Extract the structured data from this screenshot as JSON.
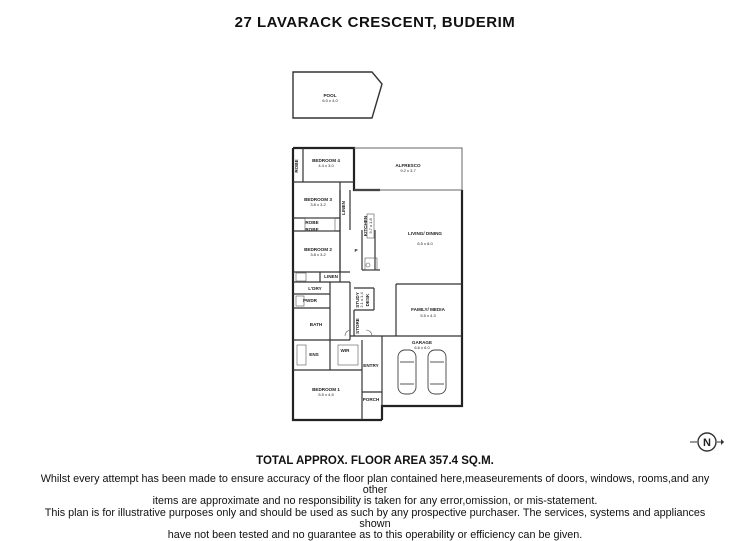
{
  "title": "27 LAVARACK CRESCENT, BUDERIM",
  "rooms": {
    "pool": {
      "name": "POOL",
      "dims": "6.0 x 4.0"
    },
    "bedroom4": {
      "name": "BEDROOM 4",
      "dims": "4.4 x 3.0"
    },
    "alfresco": {
      "name": "ALFRESCO",
      "dims": "9.2 x 3.7"
    },
    "robe1": {
      "name": "ROBE"
    },
    "bedroom3": {
      "name": "BEDROOM 3",
      "dims": "3.8 x 3.2"
    },
    "linen1": {
      "name": "LINEN"
    },
    "robe2": {
      "name": "ROBE"
    },
    "robe3": {
      "name": "ROBE"
    },
    "kitchen": {
      "name": "KITCHEN",
      "dims": "3.7 x 1.8"
    },
    "living": {
      "name": "LIVING/ DINING",
      "dims": "6.5 x 8.0"
    },
    "bedroom2": {
      "name": "BEDROOM 2",
      "dims": "3.8 x 3.2"
    },
    "pantry": {
      "name": "P"
    },
    "linen2": {
      "name": "LINEN"
    },
    "laundry": {
      "name": "L'DRY"
    },
    "pwdr": {
      "name": "PWDR"
    },
    "study": {
      "name": "STUDY",
      "dims": "2.1 x 1.4"
    },
    "desk": {
      "name": "DESK"
    },
    "family": {
      "name": "FAMILY/ MEDIA",
      "dims": "5.5 x 4.3"
    },
    "bath": {
      "name": "BATH"
    },
    "store": {
      "name": "STORE"
    },
    "garage": {
      "name": "GARAGE",
      "dims": "6.6 x 6.0"
    },
    "ens": {
      "name": "ENS"
    },
    "wir": {
      "name": "WIR"
    },
    "entry": {
      "name": "ENTRY"
    },
    "bedroom1": {
      "name": "BEDROOM 1",
      "dims": "5.5 x 4.5"
    },
    "porch": {
      "name": "PORCH"
    }
  },
  "total_area": "TOTAL APPROX. FLOOR AREA  357.4 SQ.M.",
  "disclaimer": [
    "Whilst every attempt has been made to ensure accuracy of the floor plan contained here,measeurements of doors, windows, rooms,and any other",
    "items are approximate  and no responsibility is taken for any error,omission, or mis-statement.",
    "This plan is for illustrative purposes only and should be used as such by any prospective purchaser. The services, systems and appliances shown",
    "have not been tested and no guarantee as to this operability or efficiency can be given."
  ],
  "compass_label": "N"
}
